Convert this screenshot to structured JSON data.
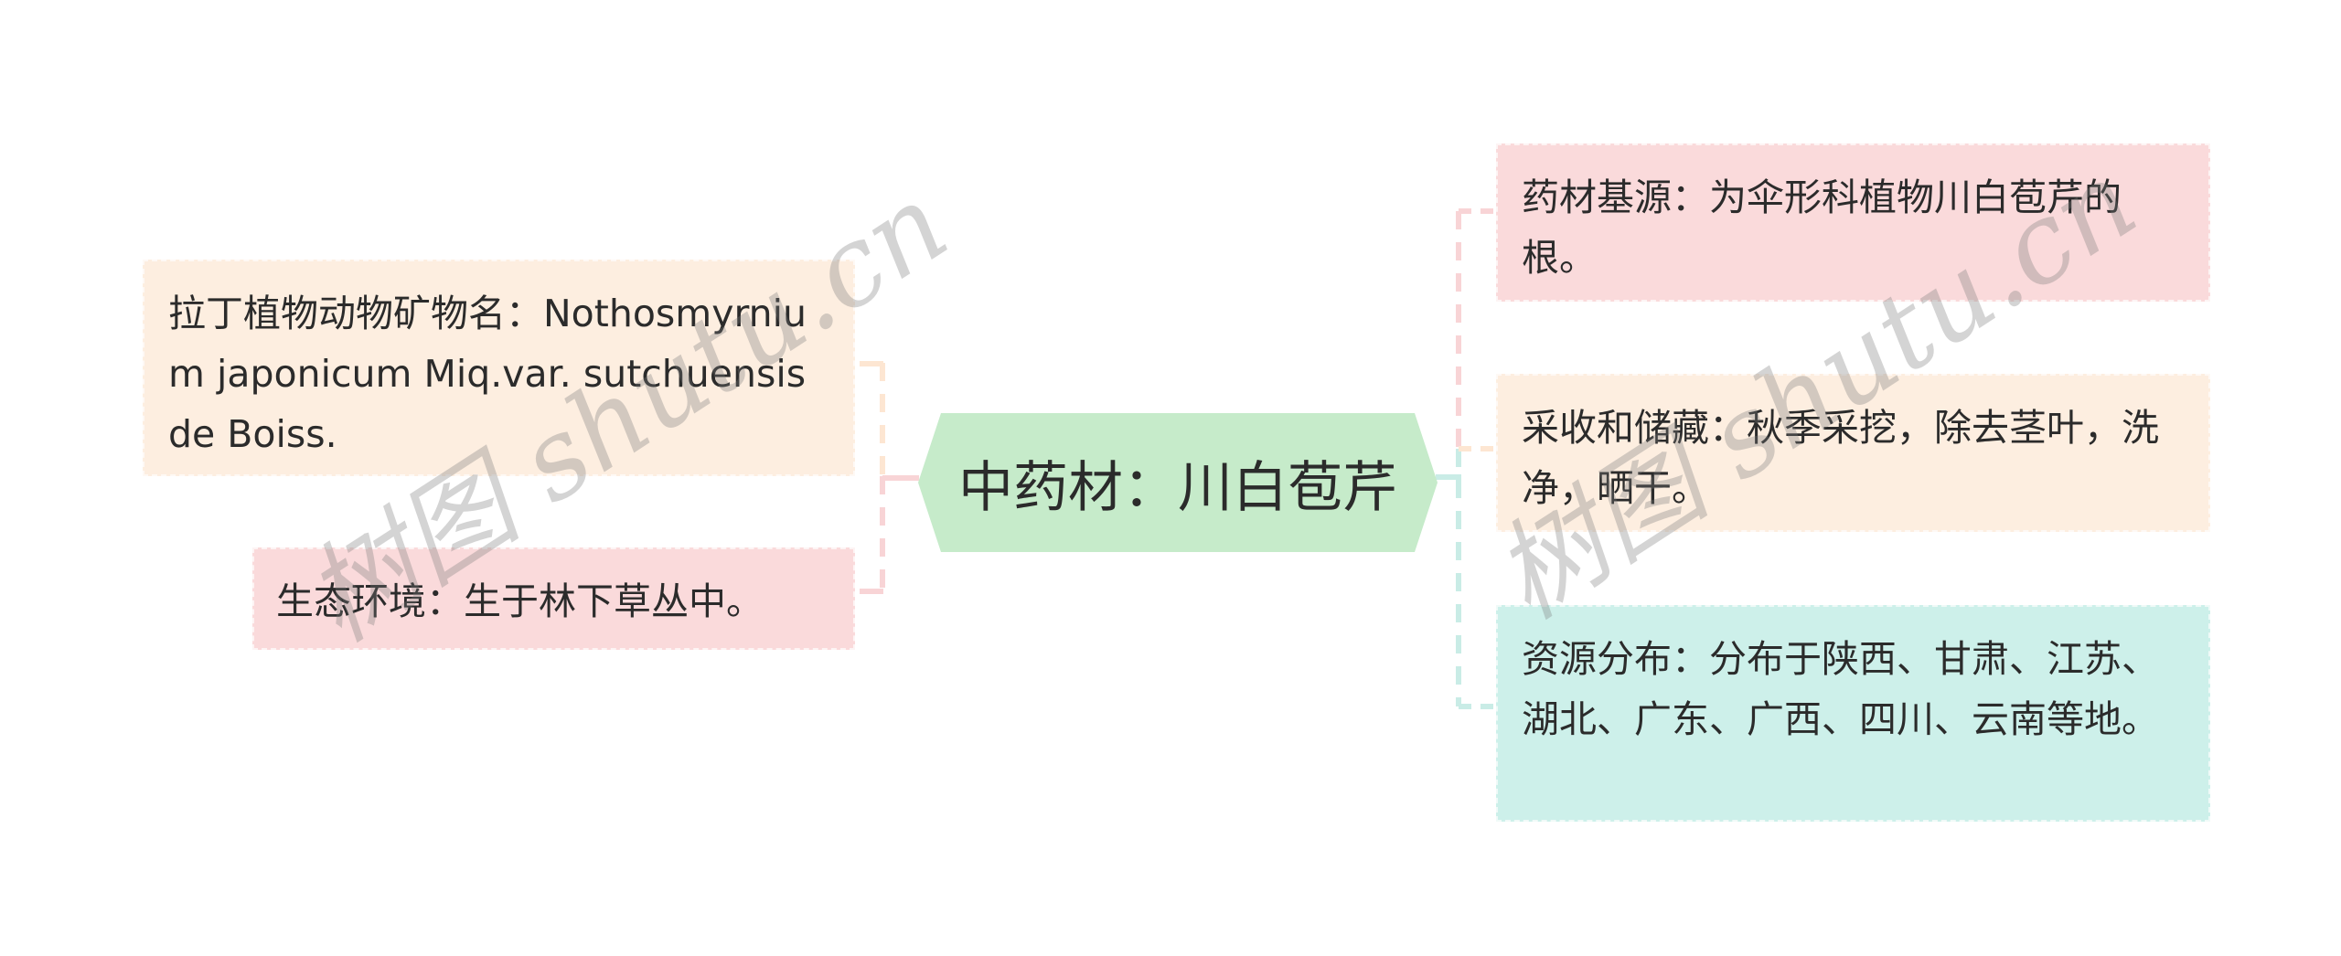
{
  "root": {
    "label": "中药材：川白苞芹",
    "color": "#c6ebca"
  },
  "left_nodes": [
    {
      "text": "拉丁植物动物矿物名：Nothosmyrnium japonicum Miq.var. sutchuensis de Boiss.",
      "color": "#fdeee0"
    },
    {
      "text": "生态环境：生于林下草丛中。",
      "color": "#fadadb"
    }
  ],
  "right_nodes": [
    {
      "text": "药材基源：为伞形科植物川白苞芹的根。",
      "color": "#fadadb"
    },
    {
      "text": "采收和储藏：秋季采挖，除去茎叶，洗净，晒干。",
      "color": "#fdeee0"
    },
    {
      "text": "资源分布：分布于陕西、甘肃、江苏、湖北、广东、广西、四川、云南等地。",
      "color": "#cdf0ea"
    }
  ],
  "connector_colors": {
    "pink": "#f8d4d6",
    "peach": "#fde6d2",
    "mint": "#c9ece6"
  },
  "watermarks": [
    "树图 shutu.cn",
    "树图 shutu.cn"
  ]
}
